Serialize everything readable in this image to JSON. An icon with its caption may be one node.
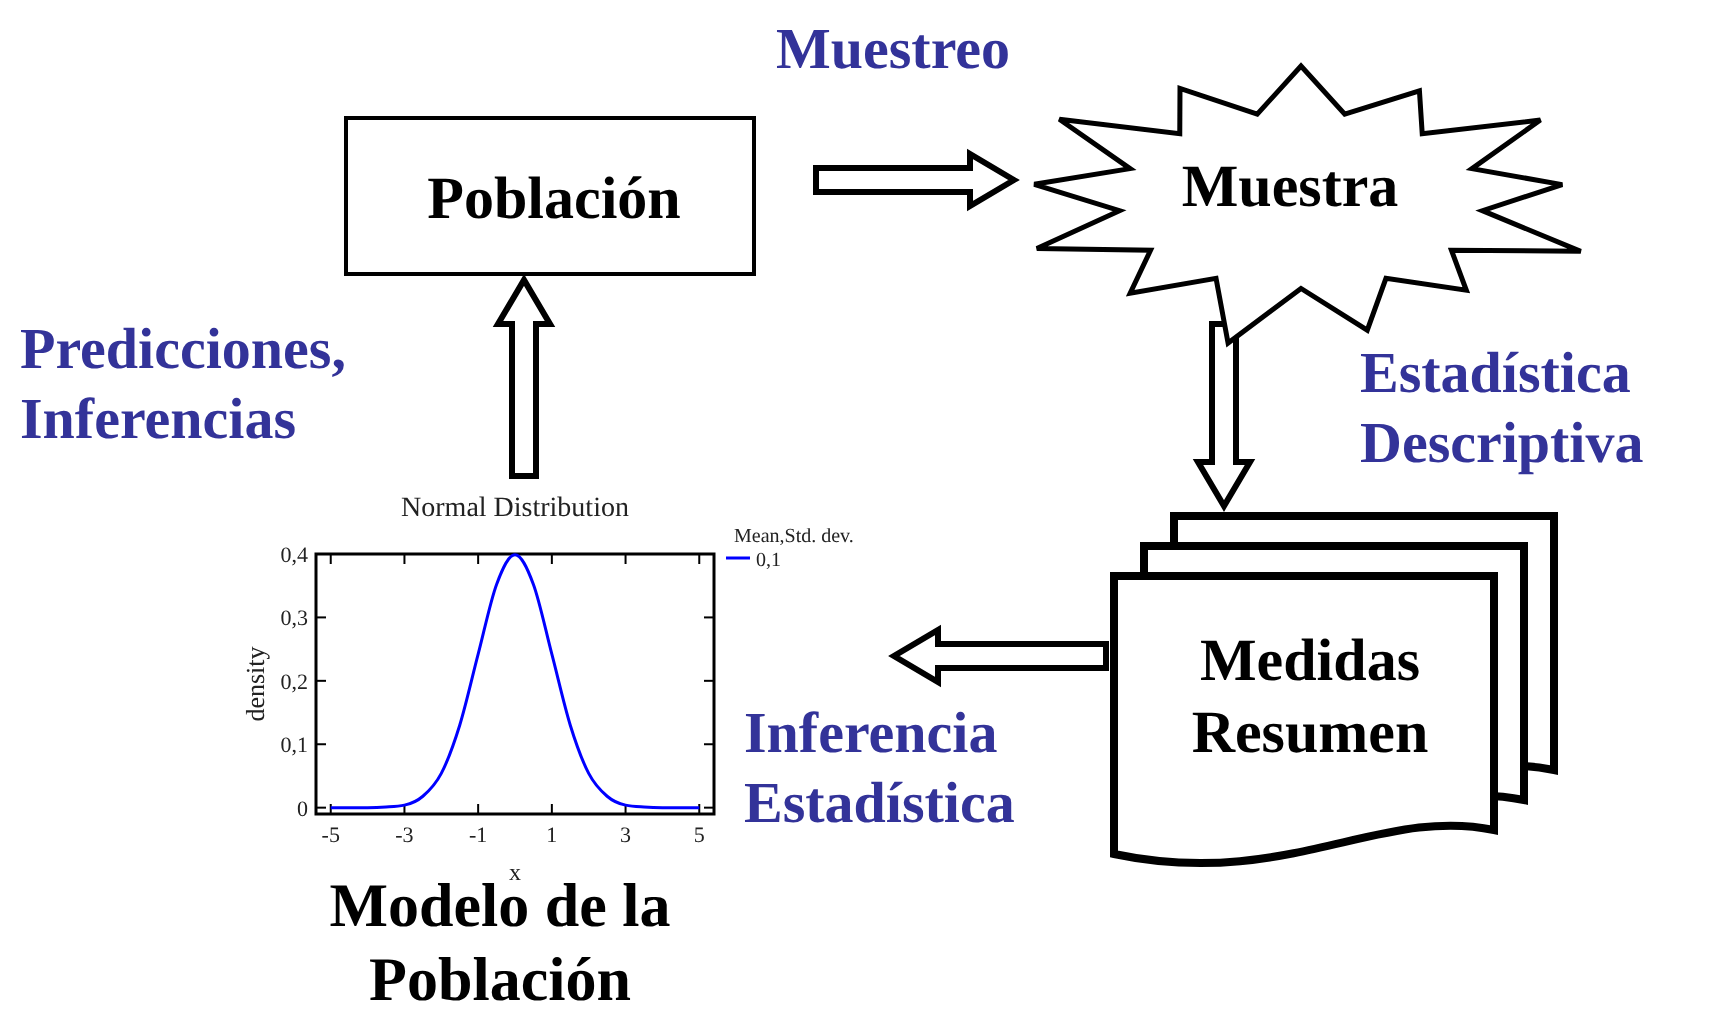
{
  "diagram": {
    "nodes": [
      {
        "text": [
          "Población"
        ]
      },
      {
        "text": [
          "Muestra"
        ]
      },
      {
        "text": [
          "Medidas Resumen"
        ]
      },
      {
        "text": [
          "Modelo de la Población"
        ]
      }
    ],
    "edges": [
      {
        "from": 0,
        "to": 1,
        "arrow": "to",
        "label": "Muestreo"
      },
      {
        "from": 1,
        "to": 2,
        "arrow": "to",
        "label": "Estadística Descriptiva"
      },
      {
        "from": 2,
        "to": 3,
        "arrow": "to",
        "label": "Inferencia Estadística"
      },
      {
        "from": 3,
        "to": 0,
        "arrow": "to",
        "label": "Predicciones, Inferencias"
      }
    ],
    "labels": [
      "Mean,Std. dev."
    ],
    "chart_data": {
      "type": "line",
      "title": "Normal Distribution",
      "xlabel": "x",
      "ylabel": "density",
      "x": [
        -5,
        -4.5,
        -4,
        -3.5,
        -3,
        -2.5,
        -2,
        -1.5,
        -1,
        -0.5,
        0,
        0.5,
        1,
        1.5,
        2,
        2.5,
        3,
        3.5,
        4,
        4.5,
        5
      ],
      "series": [
        {
          "name": "0,1",
          "color": "#0000ff",
          "values": [
            0,
            0,
            0,
            0.001,
            0.004,
            0.018,
            0.054,
            0.13,
            0.242,
            0.352,
            0.399,
            0.352,
            0.242,
            0.13,
            0.054,
            0.018,
            0.004,
            0.001,
            0,
            0,
            0
          ]
        }
      ],
      "xlim": [
        -5.4,
        5.4
      ],
      "ylim": [
        -0.01,
        0.4
      ],
      "xticks": [
        -5,
        -3,
        -1,
        1,
        3,
        5
      ],
      "yticks": [
        0,
        {
          "value": 0.1,
          "label": "0,1"
        },
        {
          "value": 0.2,
          "label": "0,2"
        },
        {
          "value": 0.3,
          "label": "0,3"
        },
        {
          "value": 0.4,
          "label": "0,4"
        }
      ]
    }
  }
}
